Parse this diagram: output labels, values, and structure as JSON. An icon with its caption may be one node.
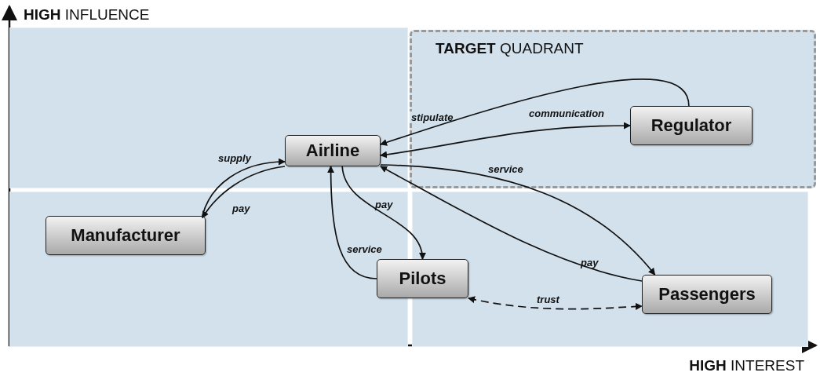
{
  "diagram": {
    "nodes": [
      {
        "text": [
          "**TARGET** QUADRANT"
        ]
      },
      {
        "text": [
          "Airline"
        ]
      },
      {
        "text": [
          "Regulator"
        ],
        "in": 0
      },
      {
        "text": [
          "Manufacturer"
        ]
      },
      {
        "text": [
          "Pilots"
        ]
      },
      {
        "text": [
          "Passengers"
        ]
      }
    ],
    "edges": [
      {
        "from": 2,
        "to": 1,
        "arrow": "to",
        "label": "stipulate"
      },
      {
        "from": 1,
        "to": 2,
        "arrow": "both",
        "label": "communication"
      },
      {
        "from": 1,
        "to": 5,
        "arrow": "to",
        "label": "service"
      },
      {
        "from": 5,
        "to": 1,
        "arrow": "to",
        "label": "pay"
      },
      {
        "from": 3,
        "to": 1,
        "arrow": "to",
        "label": "supply"
      },
      {
        "from": 1,
        "to": 3,
        "arrow": "to",
        "label": "pay"
      },
      {
        "from": 1,
        "to": 4,
        "arrow": "to",
        "label": "pay"
      },
      {
        "from": 4,
        "to": 1,
        "arrow": "to",
        "label": "service"
      },
      {
        "from": 4,
        "to": 5,
        "arrow": "both",
        "label": "trust",
        "style": "dashed"
      }
    ],
    "labels": [
      "**HIGH** INFLUENCE",
      "**HIGH** INTEREST"
    ]
  }
}
